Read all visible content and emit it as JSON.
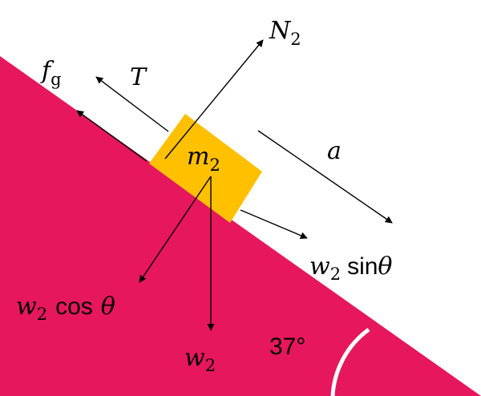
{
  "colors": {
    "incline": "#e6175c",
    "block": "#ffc000",
    "arrow": "#000000",
    "angle_arc": "#ffffff",
    "angle_text": "#000000"
  },
  "incline": {
    "angle_label": "37°"
  },
  "block": {
    "mass_symbol": "m",
    "mass_subscript": "2"
  },
  "forces": {
    "normal": {
      "symbol": "N",
      "subscript": "2"
    },
    "tension": {
      "symbol": "T"
    },
    "friction": {
      "symbol": "f",
      "subscript": "g"
    },
    "acceleration": {
      "symbol": "a"
    },
    "weight_parallel": {
      "symbol": "w",
      "subscript": "2",
      "suffix": "sin",
      "angle": "θ"
    },
    "weight_perpendicular": {
      "symbol": "w",
      "subscript": "2",
      "suffix": "cos",
      "angle": "θ"
    },
    "weight": {
      "symbol": "w",
      "subscript": "2"
    }
  }
}
